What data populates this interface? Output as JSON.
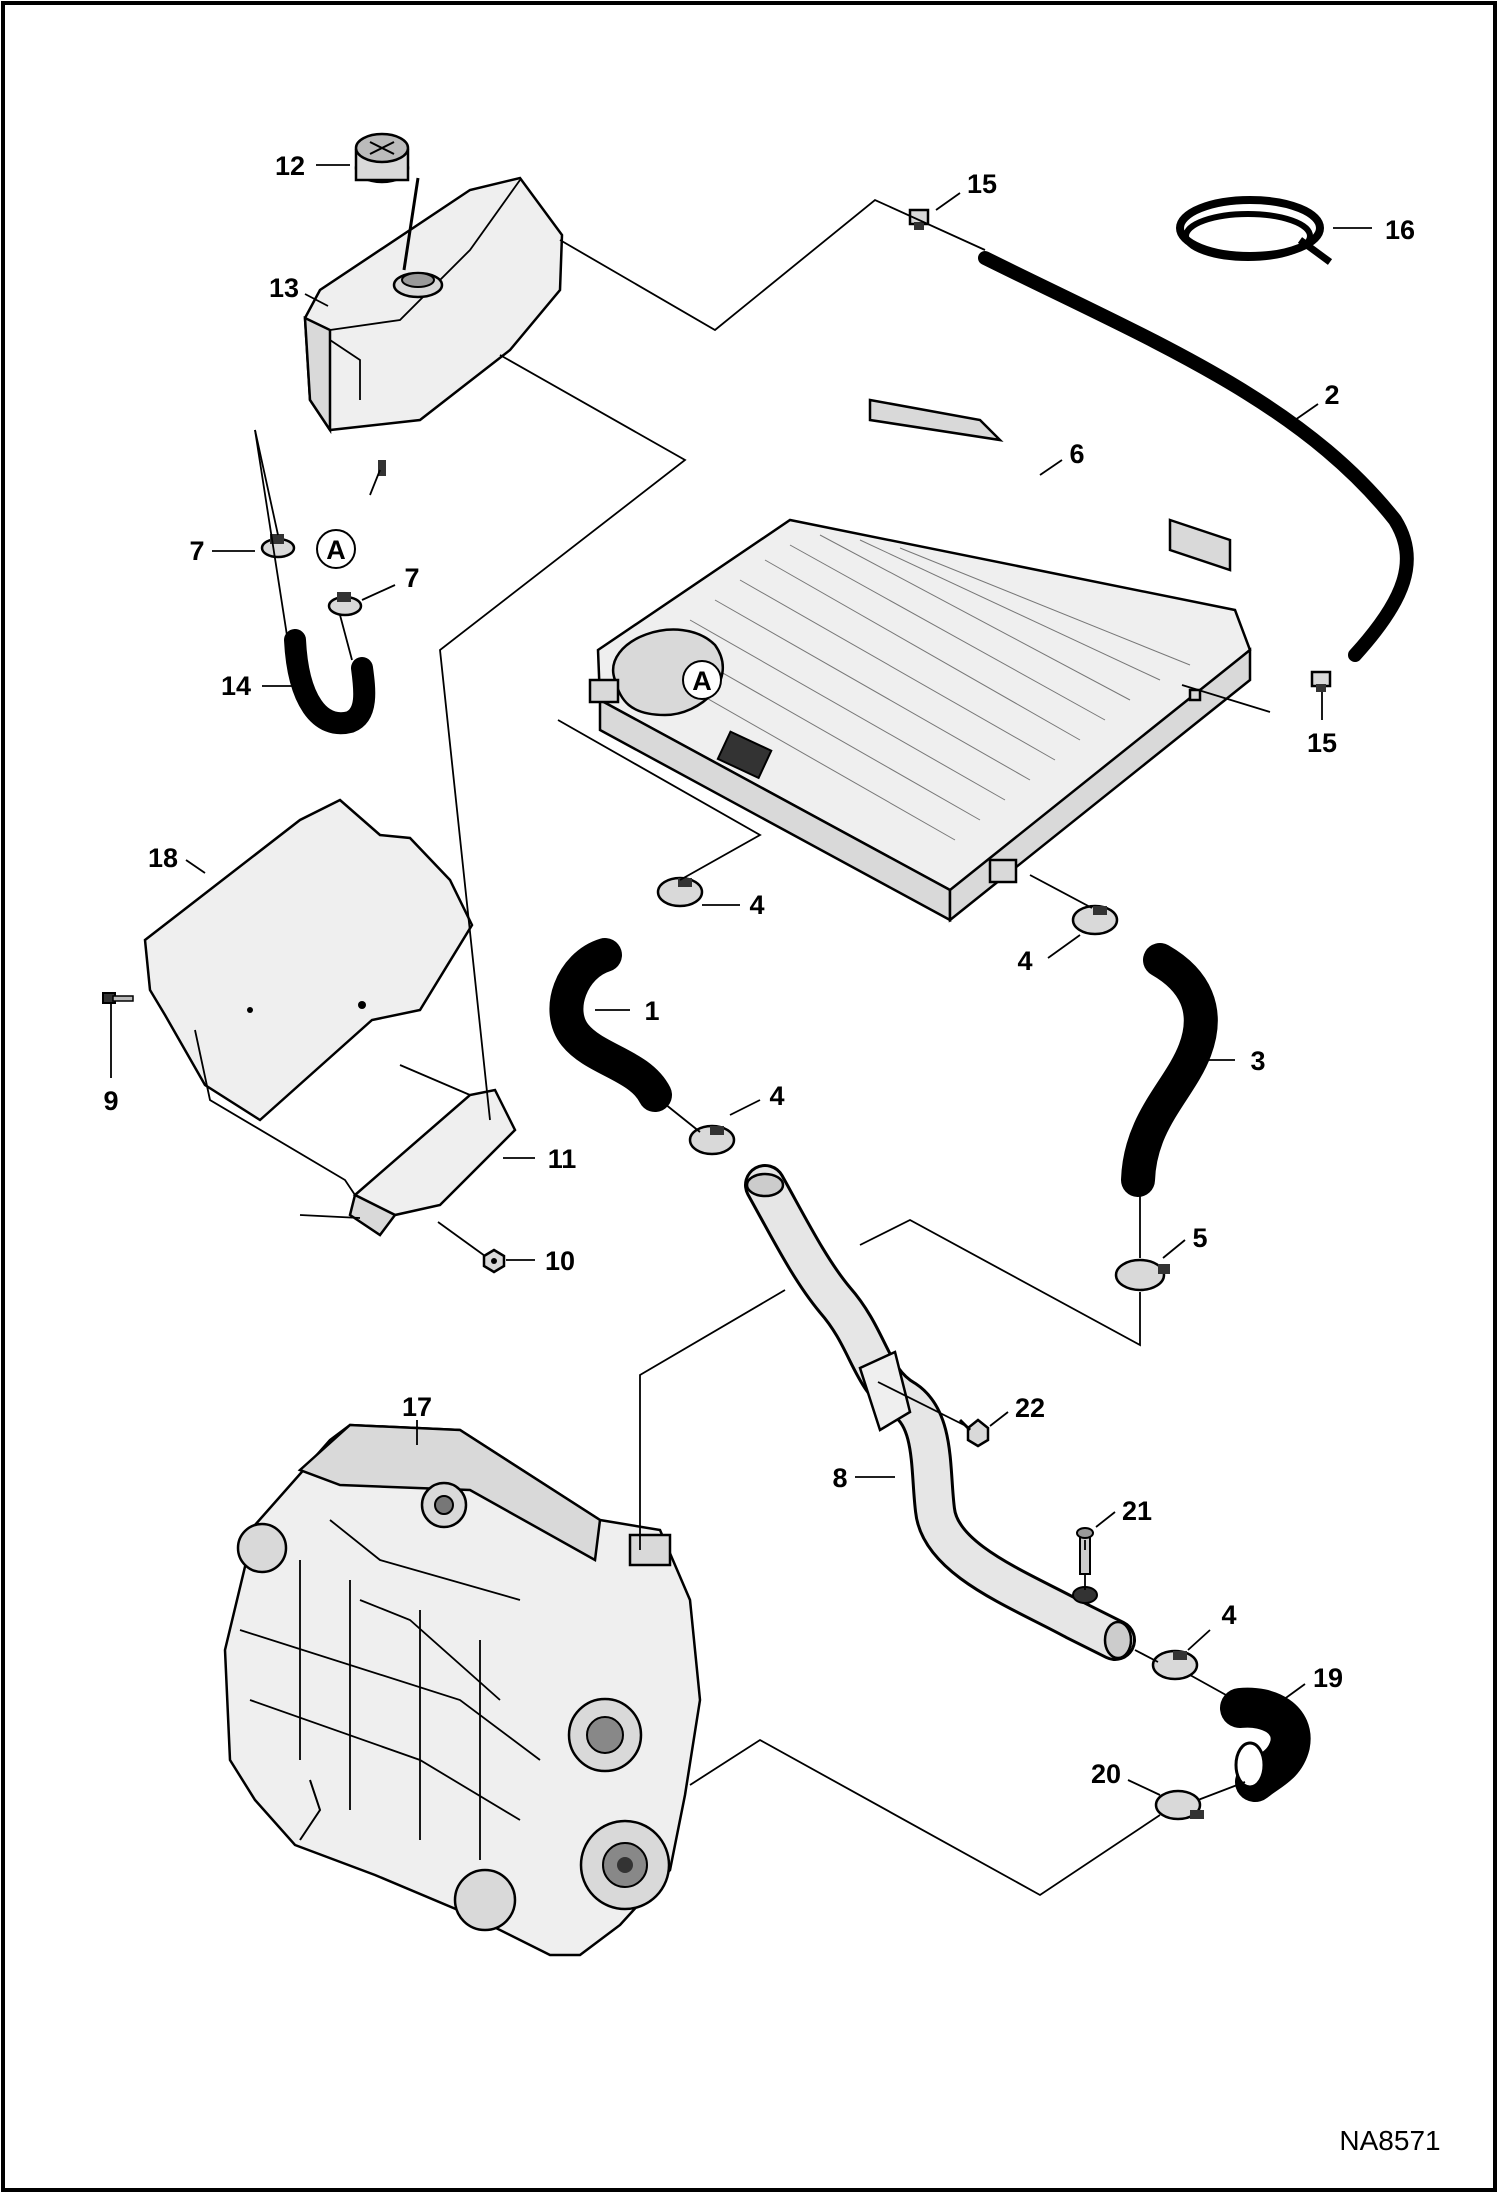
{
  "diagram": {
    "drawing_code": "NA8571",
    "reference_marker": "A",
    "callouts": [
      "1",
      "2",
      "3",
      "4",
      "5",
      "6",
      "7",
      "8",
      "9",
      "10",
      "11",
      "12",
      "13",
      "14",
      "15",
      "16",
      "17",
      "18",
      "19",
      "20",
      "21",
      "22"
    ]
  }
}
